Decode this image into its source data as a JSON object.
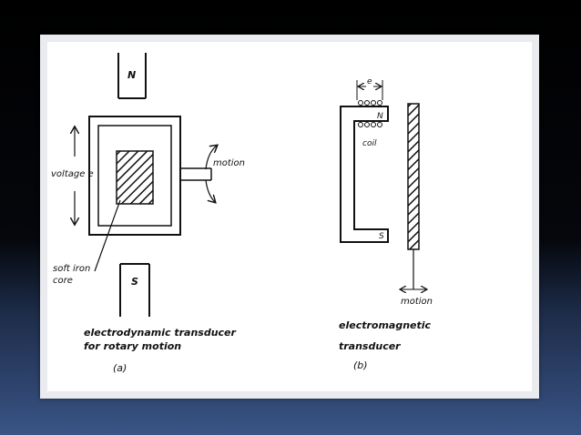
{
  "diagram_a": {
    "pole_north": "N",
    "pole_south": "S",
    "voltage_label": "voltage e",
    "motion_label": "motion",
    "soft_iron_line1": "soft iron",
    "soft_iron_line2": "core",
    "caption_line1": "electrodynamic transducer",
    "caption_line2": "for rotary motion",
    "caption_letter": "(a)"
  },
  "diagram_b": {
    "e_label": "e",
    "pole_north": "N",
    "pole_south": "S",
    "coil_label": "coil",
    "motion_label": "motion",
    "caption_line1": "electromagnetic",
    "caption_line2": "transducer",
    "caption_letter": "(b)"
  }
}
